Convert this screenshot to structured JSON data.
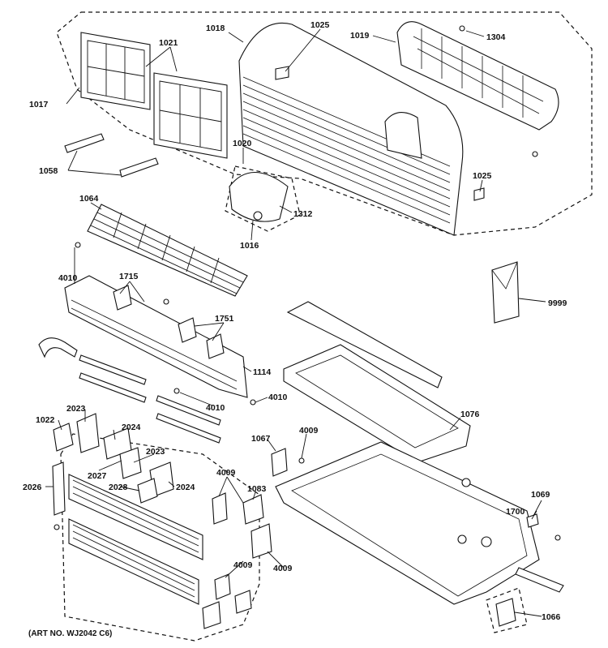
{
  "art_number": "(ART NO. WJ2042 C6)",
  "part_labels": [
    "1017",
    "1021",
    "1018",
    "1025",
    "1019",
    "1304",
    "1058",
    "1020",
    "1025",
    "1312",
    "1016",
    "1064",
    "4010",
    "1715",
    "1751",
    "9999",
    "1114",
    "4010",
    "4010",
    "1076",
    "1022",
    "2023",
    "2024",
    "1067",
    "4009",
    "2027",
    "2023",
    "2028",
    "2024",
    "4009",
    "1083",
    "1069",
    "2026",
    "1700",
    "4009",
    "4009",
    "1066"
  ]
}
